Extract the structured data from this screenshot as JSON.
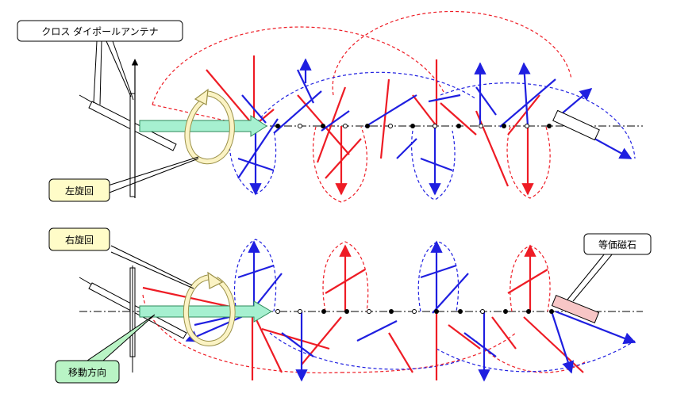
{
  "labels": {
    "cross_dipole": "クロス ダイポールアンテナ",
    "left_rotation": "左旋回",
    "right_rotation": "右旋回",
    "equivalent_magnet": "等価磁石",
    "moving_direction": "移動方向"
  },
  "colors": {
    "red": "#ee1c25",
    "blue": "#1f1fe0",
    "callout_yellow": "#fffcc8",
    "callout_green": "#b9f4c5",
    "arrow_green": "#a6f0d0",
    "rotation_fill": "#fbf3c4",
    "rotation_stroke": "#9a9048",
    "magnet_fill": "#f7c6c6"
  }
}
